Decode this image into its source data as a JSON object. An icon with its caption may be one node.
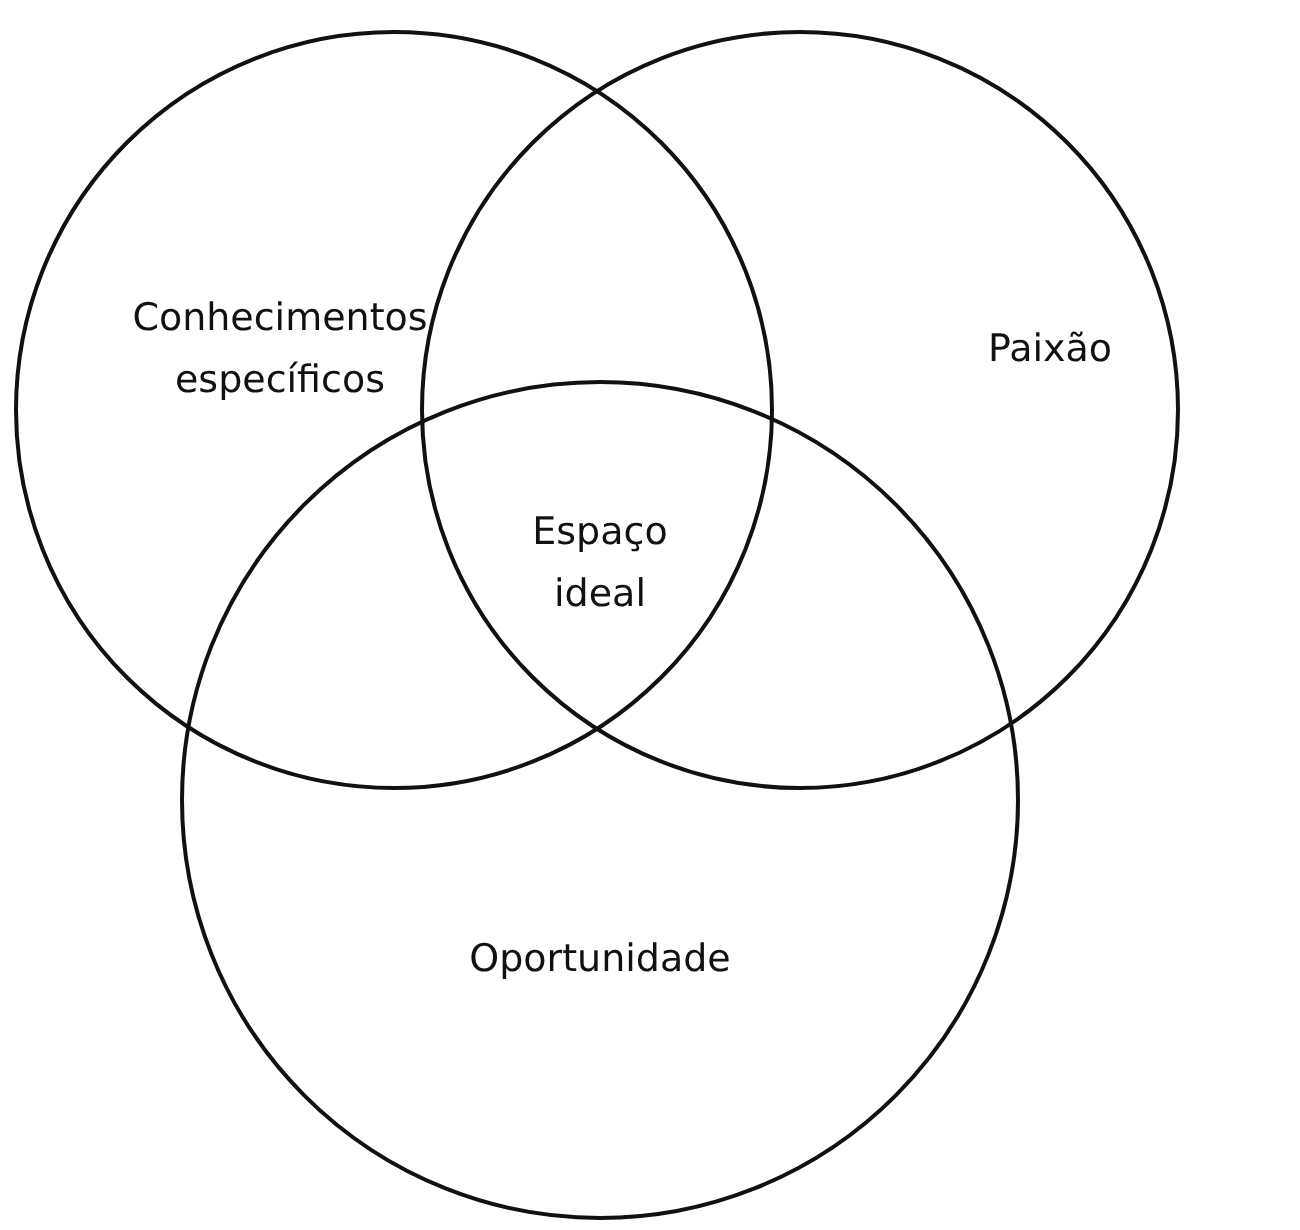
{
  "diagram": {
    "nodes": [
      {
        "text": [
          "Conhecimentos específicos"
        ]
      },
      {
        "text": [
          "Paixão"
        ]
      },
      {
        "text": [
          "Oportunidade"
        ]
      }
    ],
    "labels": [
      "Espaço ideal"
    ]
  }
}
